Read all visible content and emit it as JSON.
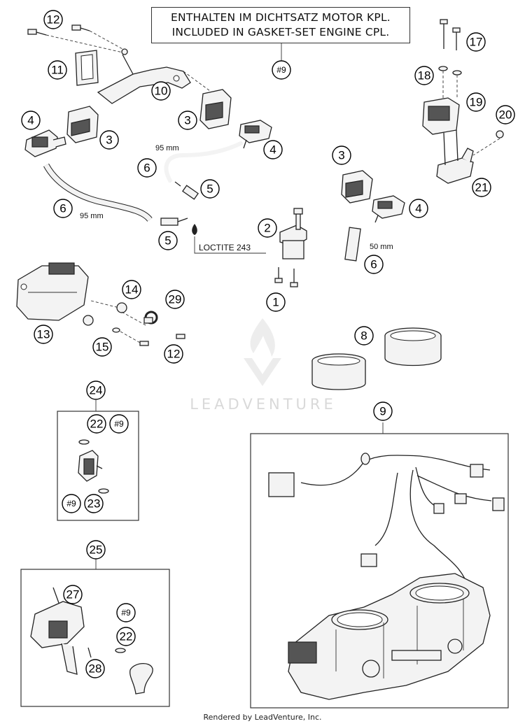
{
  "note": {
    "line1": "ENTHALTEN IM DICHTSATZ MOTOR KPL.",
    "line2": "INCLUDED IN GASKET-SET ENGINE CPL."
  },
  "dimensions": {
    "hose_top": "95 mm",
    "hose_left": "95 mm",
    "hose_right": "50 mm"
  },
  "loctite": "LOCTITE 243",
  "watermark": "LEADVENTURE",
  "footer": "Rendered by LeadVenture, Inc.",
  "labels": {
    "p1": "1",
    "p2": "2",
    "p3a": "3",
    "p3b": "3",
    "p3c": "3",
    "p4a": "4",
    "p4b": "4",
    "p4c": "4",
    "p5a": "5",
    "p5b": "5",
    "p6a": "6",
    "p6b": "6",
    "p6c": "6",
    "p8": "8",
    "p9": "9",
    "p9ref": "#9",
    "p10": "10",
    "p11": "11",
    "p12a": "12",
    "p12b": "12",
    "p13": "13",
    "p14": "14",
    "p15": "15",
    "p17": "17",
    "p18": "18",
    "p19": "19",
    "p20": "20",
    "p21": "21",
    "p22a": "22",
    "p22b": "22",
    "p23": "23",
    "p24": "24",
    "p25": "25",
    "p27": "27",
    "p28": "28",
    "p29": "29",
    "ref9a": "#9",
    "ref9b": "#9",
    "ref9c": "#9"
  }
}
